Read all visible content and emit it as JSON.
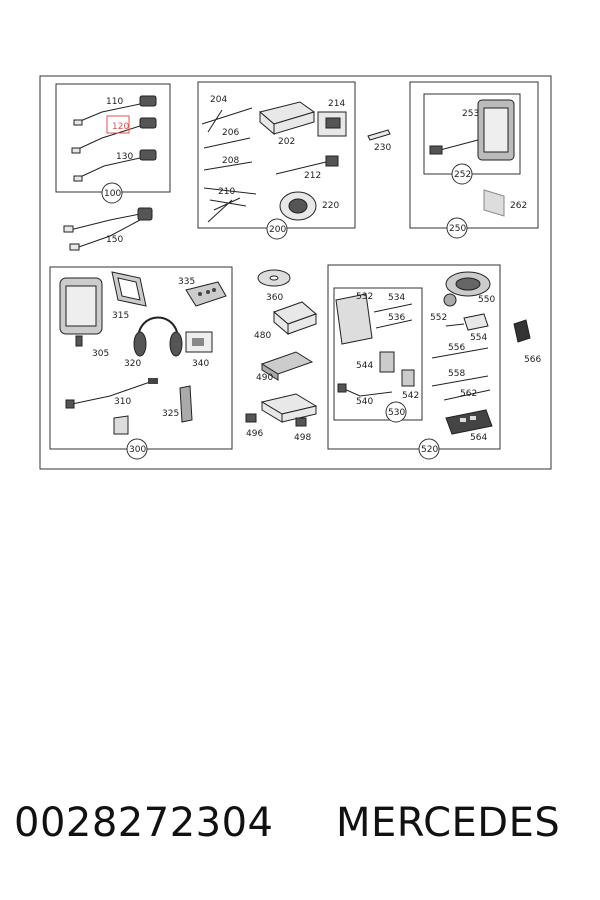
{
  "diagram": {
    "groups": {
      "g100": "100",
      "g200": "200",
      "g250": "250",
      "g252": "252",
      "g300": "300",
      "g520": "520",
      "g530": "530"
    },
    "parts": {
      "p110": "110",
      "p120": "120",
      "p130": "130",
      "p150": "150",
      "p202": "202",
      "p204": "204",
      "p206": "206",
      "p208": "208",
      "p210": "210",
      "p212": "212",
      "p214": "214",
      "p220": "220",
      "p230": "230",
      "p253": "253",
      "p262": "262",
      "p305": "305",
      "p310": "310",
      "p315": "315",
      "p320": "320",
      "p325": "325",
      "p335": "335",
      "p340": "340",
      "p360": "360",
      "p480": "480",
      "p490": "490",
      "p496": "496",
      "p498": "498",
      "p532": "532",
      "p534": "534",
      "p536": "536",
      "p540": "540",
      "p542": "542",
      "p544": "544",
      "p550": "550",
      "p552": "552",
      "p554": "554",
      "p556": "556",
      "p558": "558",
      "p562": "562",
      "p564": "564",
      "p566": "566"
    },
    "highlighted_part": "120",
    "highlight_color": "#e05050"
  },
  "footer": {
    "part_number": "0028272304",
    "brand": "MERCEDES"
  }
}
